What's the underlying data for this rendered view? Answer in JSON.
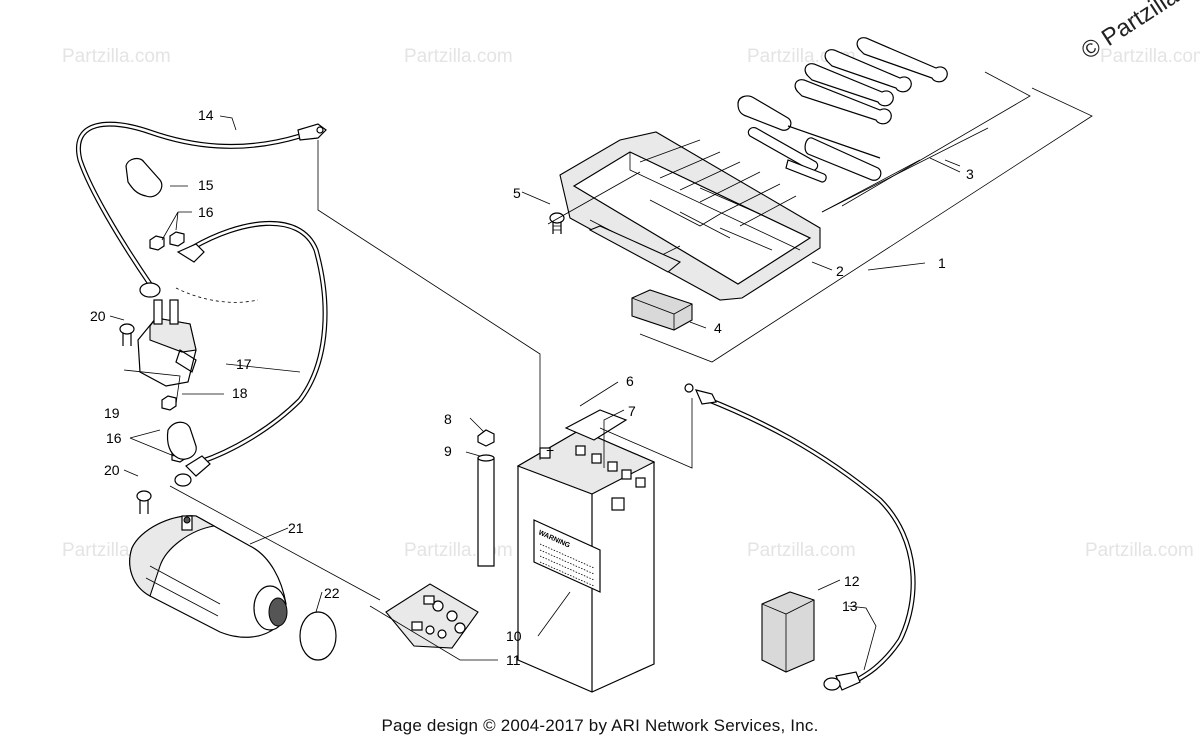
{
  "watermark": "Partzilla.com",
  "corner_watermark": "© Partzilla",
  "footer": "Page design © 2004-2017 by ARI Network Services, Inc.",
  "battery_label": "WARNING",
  "battery_terminal": "+",
  "callouts": [
    "1",
    "2",
    "3",
    "4",
    "5",
    "6",
    "7",
    "8",
    "9",
    "10",
    "11",
    "12",
    "13",
    "14",
    "15",
    "16",
    "16",
    "17",
    "18",
    "19",
    "20",
    "20",
    "21",
    "22"
  ]
}
